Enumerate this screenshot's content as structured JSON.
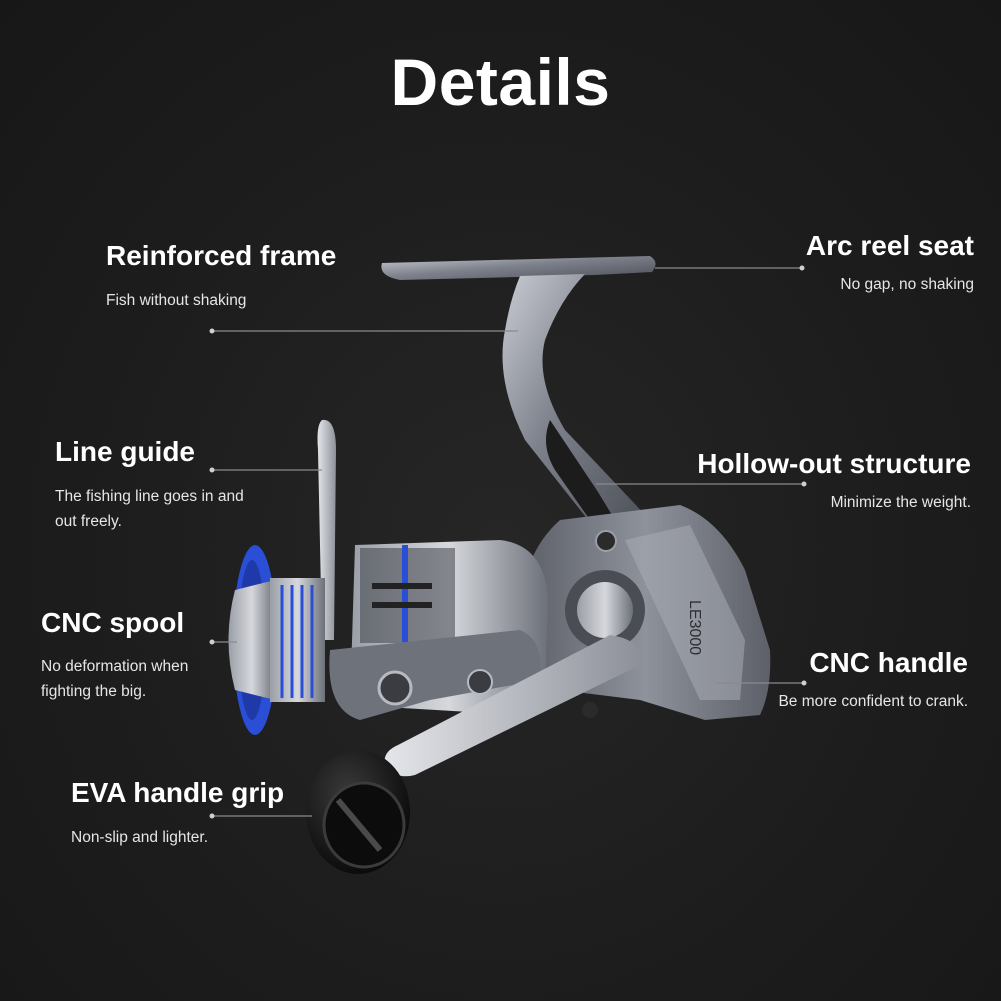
{
  "page": {
    "title": "Details"
  },
  "features": {
    "reinforced_frame": {
      "title": "Reinforced frame",
      "desc": "Fish without shaking"
    },
    "arc_reel_seat": {
      "title": "Arc reel seat",
      "desc": "No gap, no shaking"
    },
    "line_guide": {
      "title": "Line guide",
      "desc_line1": "The fishing line goes in and",
      "desc_line2": "out freely."
    },
    "hollow_out": {
      "title": "Hollow-out structure",
      "desc": "Minimize the weight."
    },
    "cnc_spool": {
      "title": "CNC spool",
      "desc_line1": "No deformation when",
      "desc_line2": "fighting the big."
    },
    "cnc_handle": {
      "title": "CNC handle",
      "desc": "Be more confident to crank."
    },
    "eva_grip": {
      "title": "EVA handle grip",
      "desc": "Non-slip and lighter."
    }
  },
  "product": {
    "model_label": "LE3000"
  },
  "colors": {
    "background": "#1b1b1b",
    "text": "#ffffff",
    "accent_blue": "#2a4fd6",
    "metal": "#8b8f98"
  }
}
